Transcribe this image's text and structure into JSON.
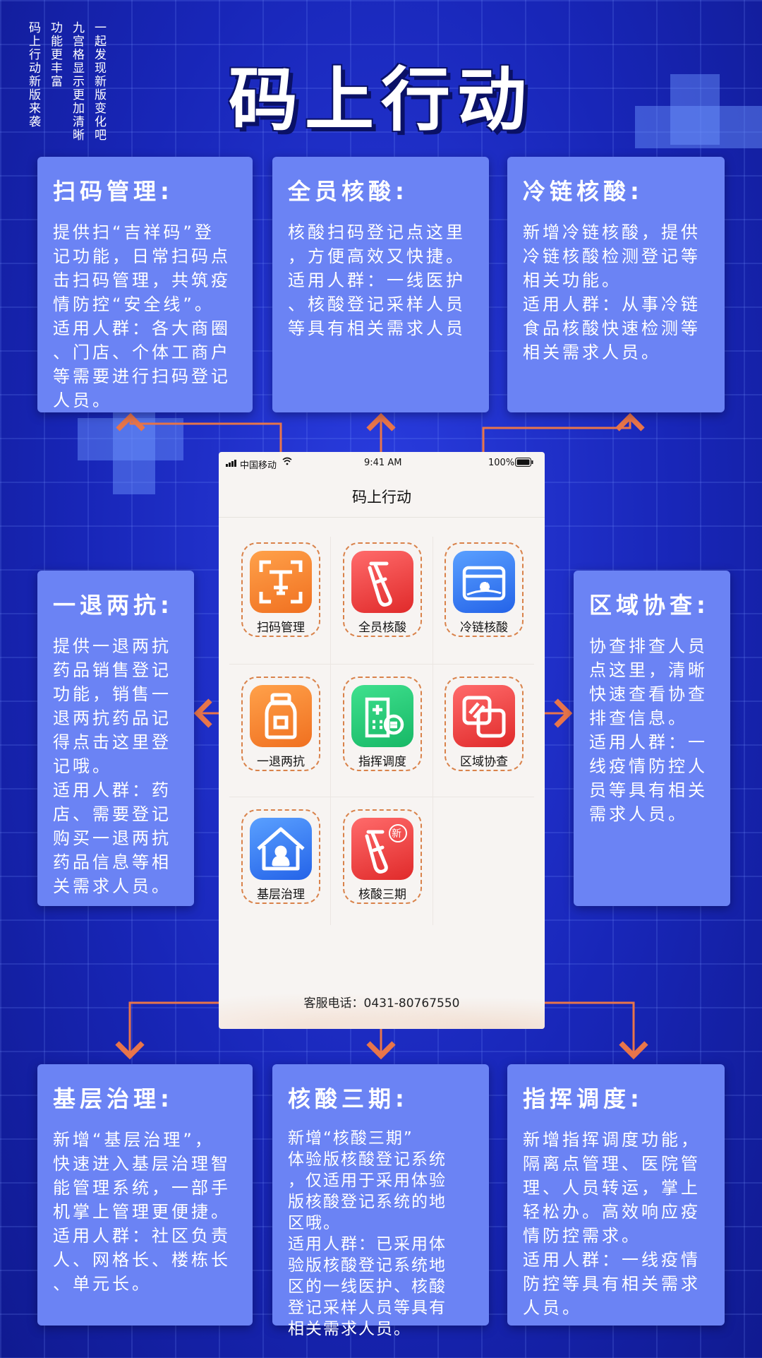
{
  "side_text": [
    "码上行动新版来袭",
    "功能更丰富",
    "九宫格显示更加清晰",
    "一起发现新版变化吧"
  ],
  "title": "码上行动",
  "cards": {
    "scan": {
      "title": "扫码管理:",
      "body": "提供扫“吉祥码”登\n记功能，日常扫码点\n击扫码管理，共筑疫\n情防控“安全线”。\n适用人群：各大商圈\n、门店、个体工商户\n等需要进行扫码登记\n人员。"
    },
    "allnat": {
      "title": "全员核酸:",
      "body": "核酸扫码登记点这里\n，方便高效又快捷。\n适用人群：一线医护\n、核酸登记采样人员\n等具有相关需求人员"
    },
    "cold": {
      "title": "冷链核酸:",
      "body": "新增冷链核酸，提供\n冷链核酸检测登记等\n相关功能。\n适用人群：从事冷链\n食品核酸快速检测等\n相关需求人员。"
    },
    "retreat": {
      "title": "一退两抗:",
      "body": "提供一退两抗\n药品销售登记\n功能，销售一\n退两抗药品记\n得点击这里登\n记哦。\n适用人群：药\n店、需要登记\n购买一退两抗\n药品信息等相\n关需求人员。"
    },
    "region": {
      "title": "区域协查:",
      "body": "协查排查人员\n点这里，清晰\n快速查看协查\n排查信息。\n适用人群：一\n线疫情防控人\n员等具有相关\n需求人员。"
    },
    "grassroots": {
      "title": "基层治理:",
      "body": "新增“基层治理”，\n快速进入基层治理智\n能管理系统，一部手\n机掌上管理更便捷。\n适用人群：社区负责\n人、网格长、楼栋长\n、单元长。"
    },
    "phase3": {
      "title": "核酸三期:",
      "body": "新增“核酸三期”\n体验版核酸登记系统\n，仅适用于采用体验\n版核酸登记系统的地\n区哦。\n适用人群：已采用体\n验版核酸登记系统地\n区的一线医护、核酸\n登记采样人员等具有\n相关需求人员。"
    },
    "dispatch": {
      "title": "指挥调度:",
      "body": "新增指挥调度功能，\n隔离点管理、医院管\n理、人员转运，掌上\n轻松办。高效响应疫\n情防控需求。\n适用人群：一线疫情\n防控等具有相关需求\n人员。"
    }
  },
  "phone": {
    "carrier": "中国移动",
    "time": "9:41 AM",
    "battery": "100%",
    "title": "码上行动",
    "apps": [
      "扫码管理",
      "全员核酸",
      "冷链核酸",
      "一退两抗",
      "指挥调度",
      "区域协查",
      "基层治理",
      "核酸三期"
    ],
    "new_badge": "新",
    "footer": "客服电话：0431-80767550"
  },
  "colors": {
    "arrow": "#e8754a",
    "card": "#6b83f4",
    "bg": "#1a2cc4"
  }
}
